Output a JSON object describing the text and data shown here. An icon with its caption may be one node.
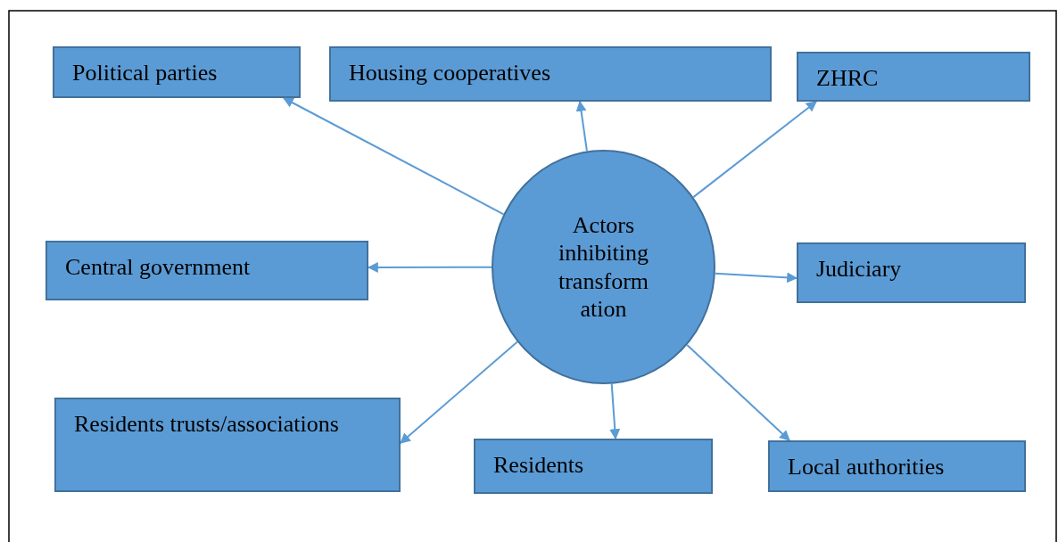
{
  "diagram": {
    "nodes": [
      {
        "text": [
          "Actors inhibiting transform ation"
        ]
      },
      {
        "text": [
          "Political parties"
        ]
      },
      {
        "text": [
          "Housing cooperatives"
        ]
      },
      {
        "text": [
          "ZHRC"
        ]
      },
      {
        "text": [
          "Central government"
        ]
      },
      {
        "text": [
          "Judiciary"
        ]
      },
      {
        "text": [
          "Residents trusts/associations"
        ]
      },
      {
        "text": [
          "Residents"
        ]
      },
      {
        "text": [
          "Local authorities"
        ]
      }
    ],
    "edges": [
      {
        "from": 0,
        "to": 1,
        "arrow": "to"
      },
      {
        "from": 0,
        "to": 2,
        "arrow": "to"
      },
      {
        "from": 0,
        "to": 3,
        "arrow": "to"
      },
      {
        "from": 0,
        "to": 4,
        "arrow": "to"
      },
      {
        "from": 0,
        "to": 5,
        "arrow": "to"
      },
      {
        "from": 0,
        "to": 6,
        "arrow": "to"
      },
      {
        "from": 0,
        "to": 7,
        "arrow": "to"
      },
      {
        "from": 0,
        "to": 8,
        "arrow": "to"
      }
    ]
  }
}
